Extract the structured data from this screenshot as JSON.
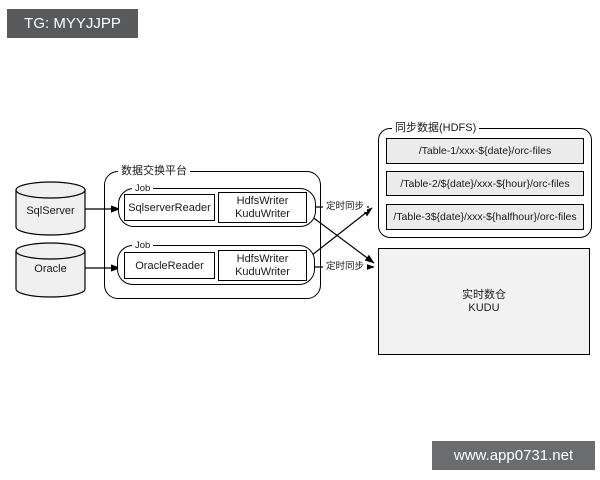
{
  "header": {
    "tag": "TG: MYYJJPP"
  },
  "watermark": {
    "text": "www.app0731.net"
  },
  "sources": [
    {
      "label": "SqlServer"
    },
    {
      "label": "Oracle"
    }
  ],
  "platform": {
    "label": "数据交换平台",
    "jobs": [
      {
        "label": "Job",
        "reader": "SqlserverReader",
        "writers": [
          "HdfsWriter",
          "KuduWriter"
        ]
      },
      {
        "label": "Job",
        "reader": "OracleReader",
        "writers": [
          "HdfsWriter",
          "KuduWriter"
        ]
      }
    ]
  },
  "connections": {
    "schedule_label": "定时同步"
  },
  "hdfs": {
    "label": "同步数据(HDFS)",
    "paths": [
      "/Table-1/xxx-${date}/orc-files",
      "/Table-2/${date}/xxx-${hour}/orc-files",
      "/Table-3${date}/xxx-${halfhour}/orc-files"
    ]
  },
  "kudu": {
    "line1": "实时数仓",
    "line2": "KUDU"
  },
  "colors": {
    "badge_bg": "#58595b",
    "watermark_bg": "#6b6c6e",
    "cylinder_fill": "#f0f0f0",
    "row_fill": "#ececec",
    "kudu_fill": "#f2f2f2",
    "line": "#000000"
  }
}
